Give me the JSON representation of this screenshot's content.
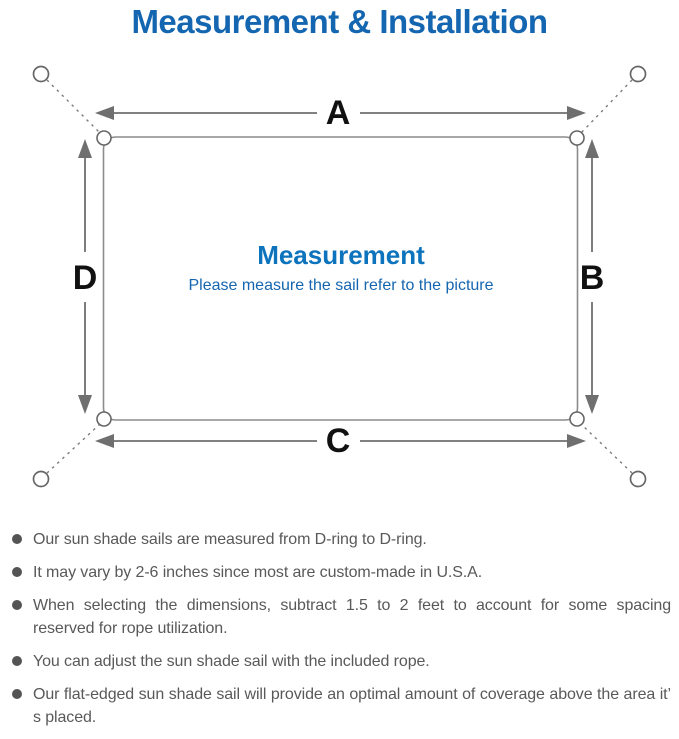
{
  "title": "Measurement & Installation",
  "diagram": {
    "labels": {
      "top": "A",
      "right": "B",
      "bottom": "C",
      "left": "D"
    },
    "center": {
      "heading": "Measurement",
      "subtitle": "Please measure the sail refer to the picture"
    }
  },
  "notes": [
    "Our sun shade sails are measured from D-ring to D-ring.",
    "It may vary by 2-6 inches since most are custom-made in U.S.A.",
    "When selecting the dimensions, subtract 1.5 to 2 feet to account for some spacing reserved for rope utilization.",
    "You can adjust the sun shade sail with the included rope.",
    "Our flat-edged sun shade sail will provide an optimal amount of coverage above the area it’ s placed."
  ],
  "colors": {
    "title_blue": "#1566b0",
    "heading_blue": "#0d73bd",
    "subtitle_blue": "#1566b0",
    "line_gray": "#6f6f6f",
    "text_gray": "#595959"
  }
}
